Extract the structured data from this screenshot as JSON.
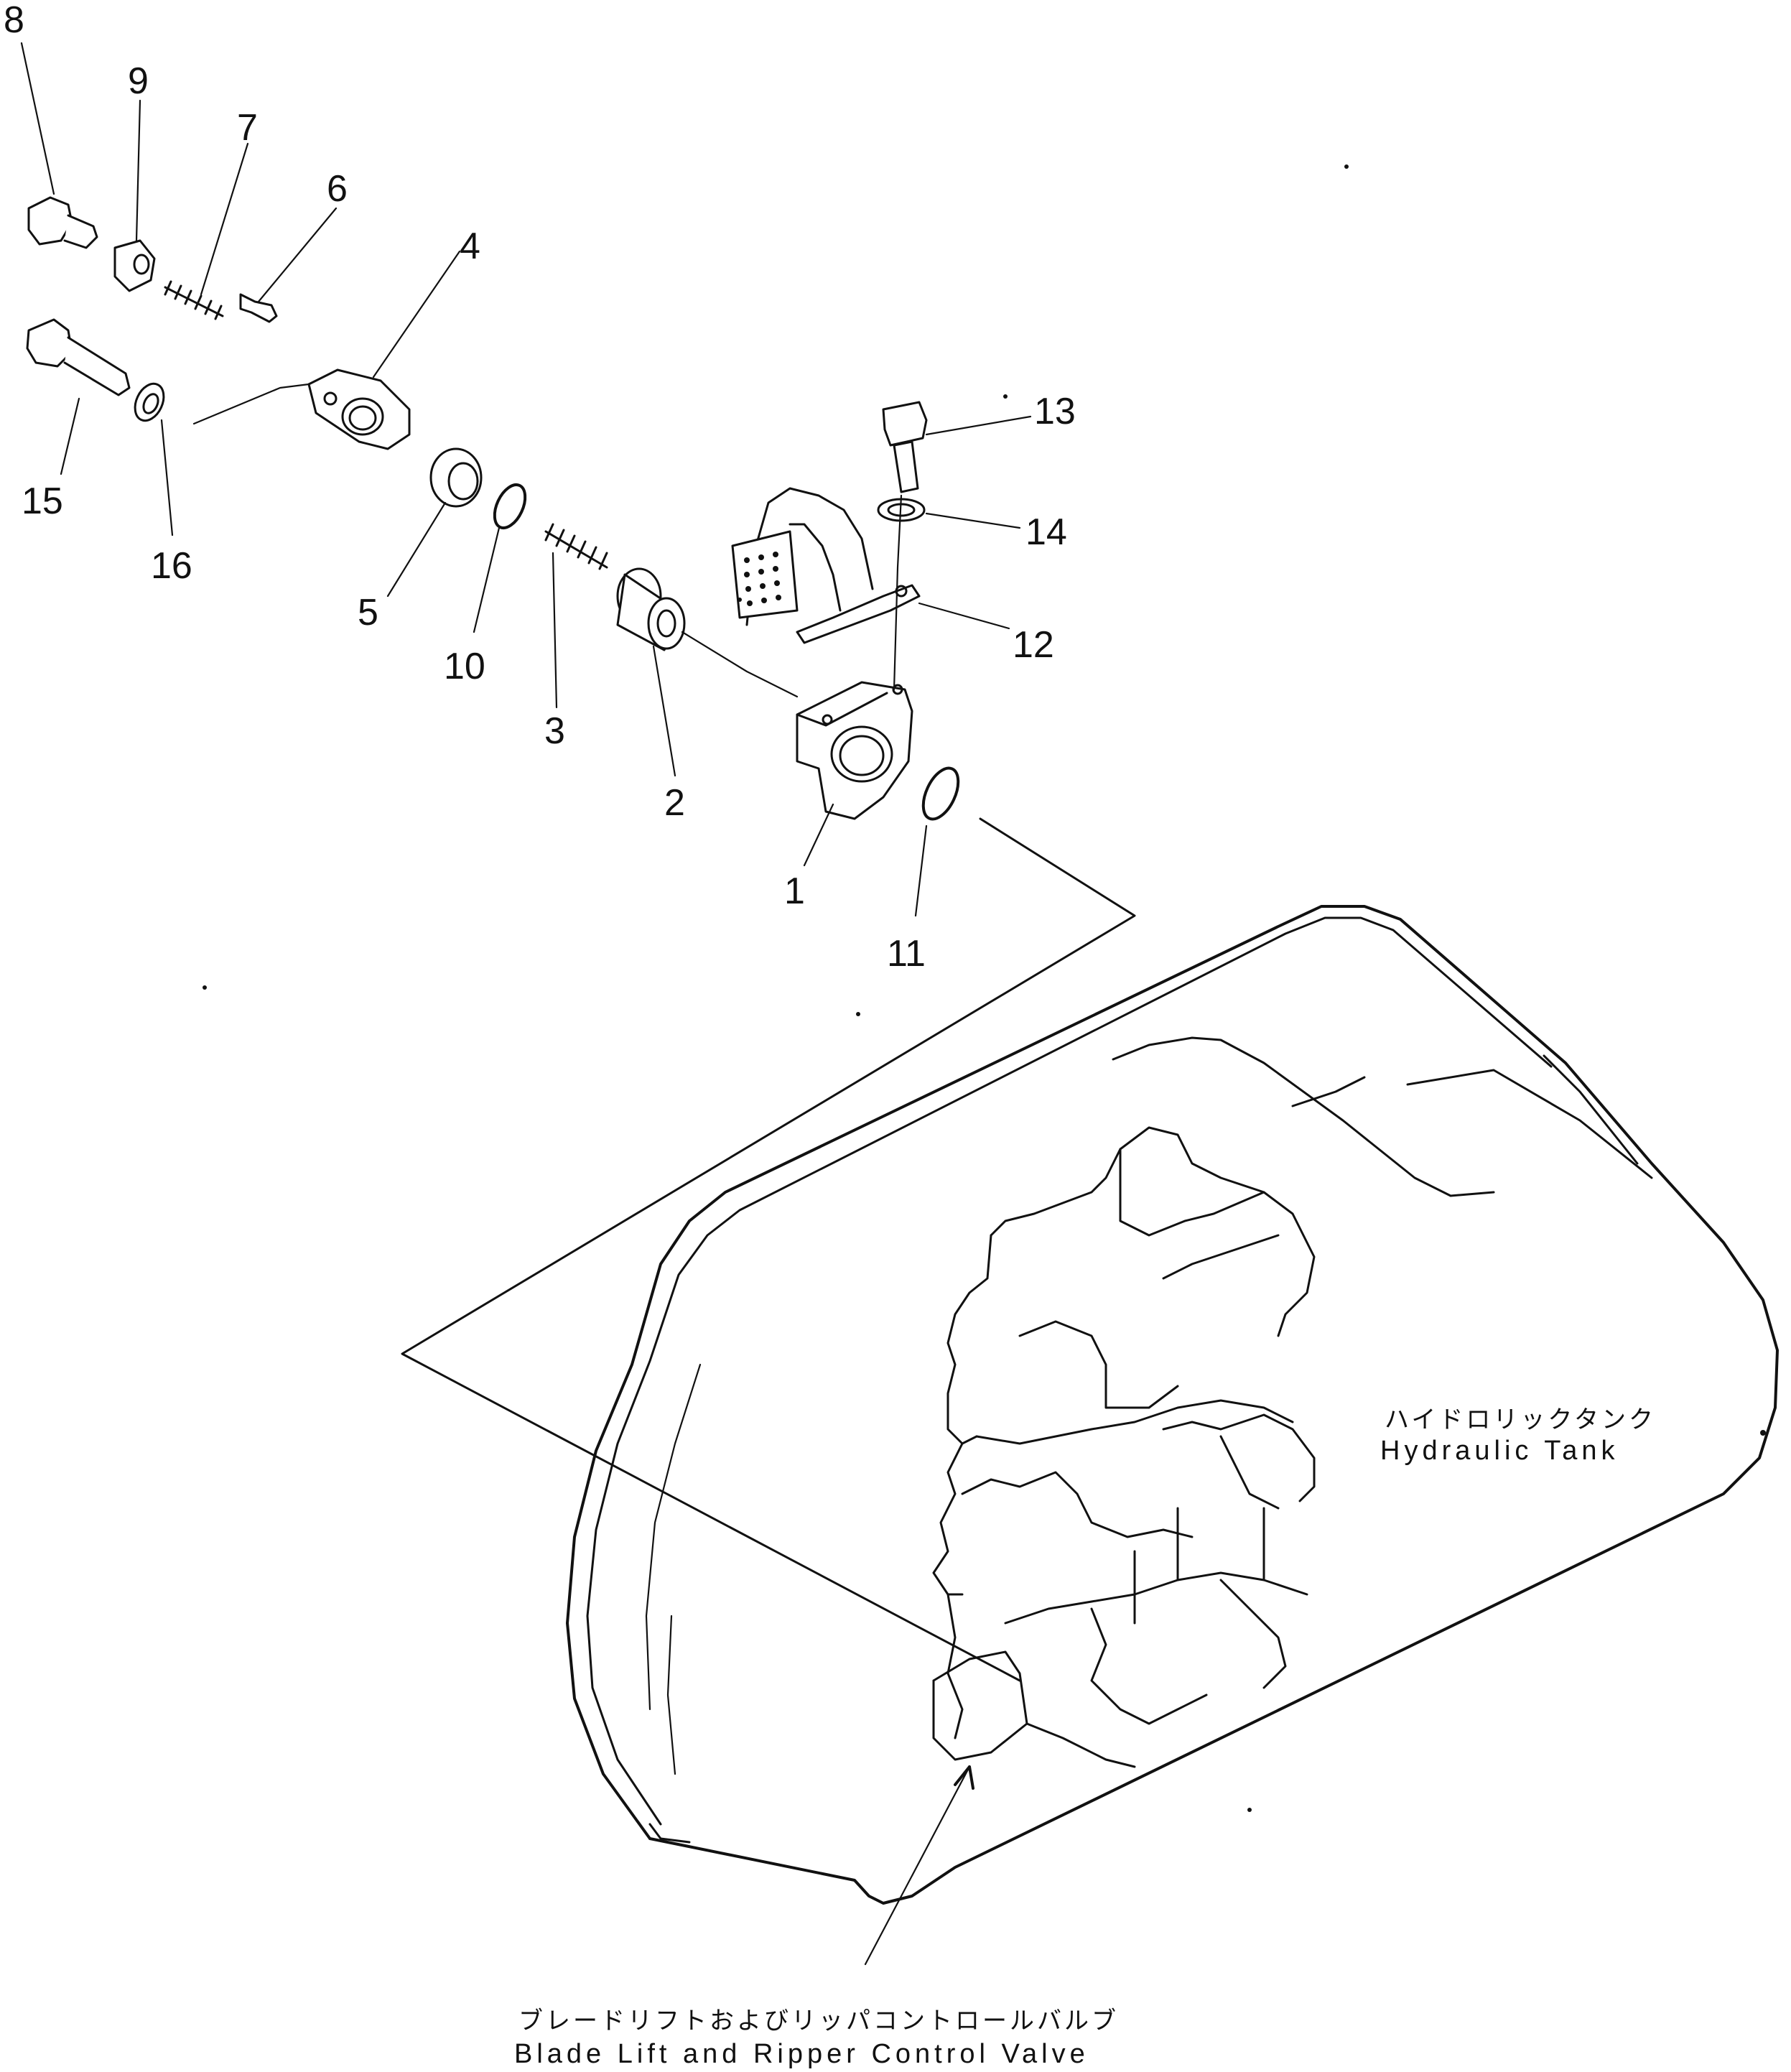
{
  "callouts": {
    "c1": "1",
    "c2": "2",
    "c3": "3",
    "c4": "4",
    "c5": "5",
    "c6": "6",
    "c7": "7",
    "c8": "8",
    "c9": "9",
    "c10": "10",
    "c11": "11",
    "c12": "12",
    "c13": "13",
    "c14": "14",
    "c15": "15",
    "c16": "16"
  },
  "labels": {
    "tank_jp": "ハイドロリックタンク",
    "tank_en": "Hydraulic Tank",
    "valve_jp": "ブレードリフトおよびリッパコントロールバルブ",
    "valve_en": "Blade Lift and Ripper Control Valve"
  }
}
